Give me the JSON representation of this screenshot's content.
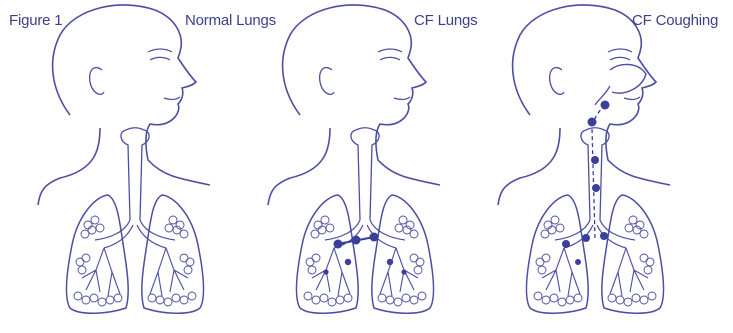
{
  "figure_label": "Figure 1",
  "panels": [
    {
      "title": "Normal Lungs",
      "mucus": false,
      "cough": false
    },
    {
      "title": "CF Lungs",
      "mucus": true,
      "cough": false
    },
    {
      "title": "CF Coughing",
      "mucus": true,
      "cough": true
    }
  ],
  "colors": {
    "line": "#4b4fa3",
    "mucus": "#3a3f9a"
  }
}
